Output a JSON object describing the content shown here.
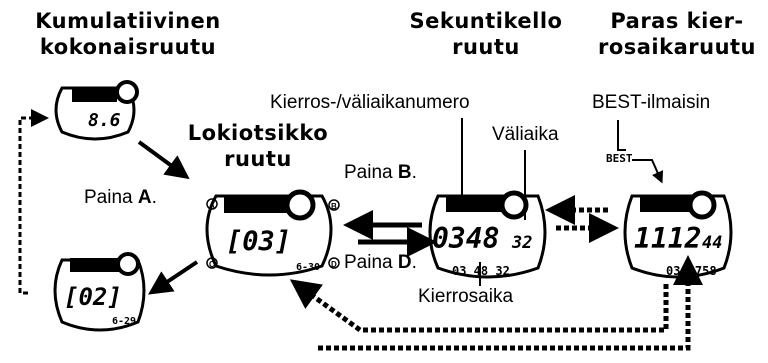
{
  "headings": {
    "cumulative_total_screen": [
      "Kumulatiivinen",
      "kokonaisruutu"
    ],
    "stopwatch_screen": [
      "Sekuntikello",
      "ruutu"
    ],
    "best_lap_screen": [
      "Paras kier-",
      "rosaikaruutu"
    ],
    "log_header_screen": [
      "Lokiotsikko",
      "ruutu"
    ]
  },
  "labels": {
    "lap_split_number": "Kierros-/väliaikanumero",
    "best_indicator": "BEST-ilmaisin",
    "split_time": "Väliaika",
    "lap_time": "Kierrosaika"
  },
  "actions": {
    "press_a": {
      "prefix": "Paina ",
      "key": "A",
      "suffix": "."
    },
    "press_b": {
      "prefix": "Paina ",
      "key": "B",
      "suffix": "."
    },
    "press_d": {
      "prefix": "Paina ",
      "key": "D",
      "suffix": "."
    }
  },
  "watches": {
    "cumulative_total": {
      "main": "8.6"
    },
    "log_header": {
      "main": "[03]",
      "sub": "6-30"
    },
    "log_prev": {
      "main": "[02]",
      "sub": "6-29"
    },
    "stopwatch": {
      "main": "0348",
      "main_small": "32",
      "sub": "03 48 32"
    },
    "best_lap": {
      "main": "1112",
      "main_small": "44",
      "sub": "03 3758",
      "badge": "BEST"
    }
  },
  "button_markers": [
    "A",
    "B",
    "C",
    "D"
  ]
}
